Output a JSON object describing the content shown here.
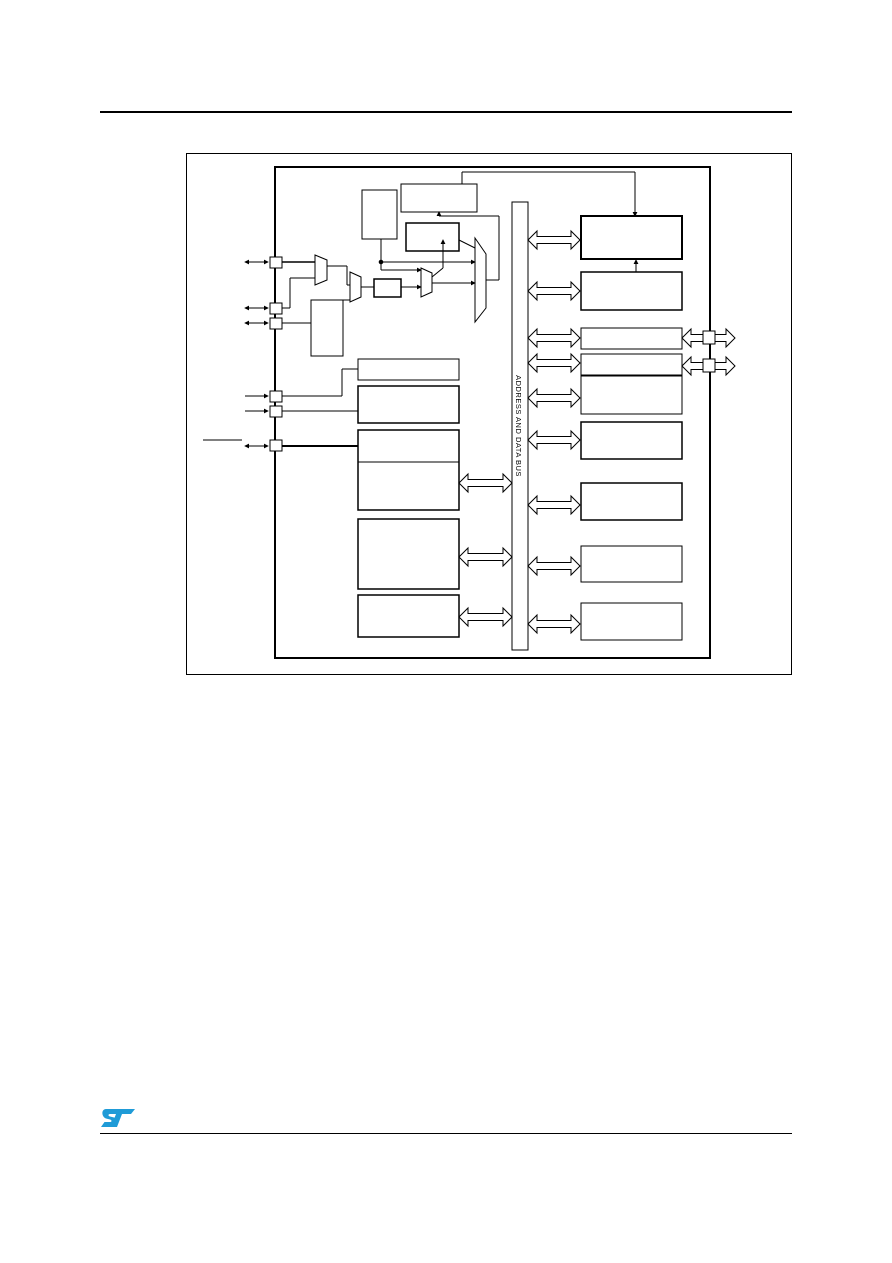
{
  "header": {
    "rule": "top-rule"
  },
  "figure": {
    "bus_label": "ADDRESS AND DATA BUS"
  },
  "footer": {
    "logo": "st-logo",
    "logo_color": "#1f9bd7"
  }
}
